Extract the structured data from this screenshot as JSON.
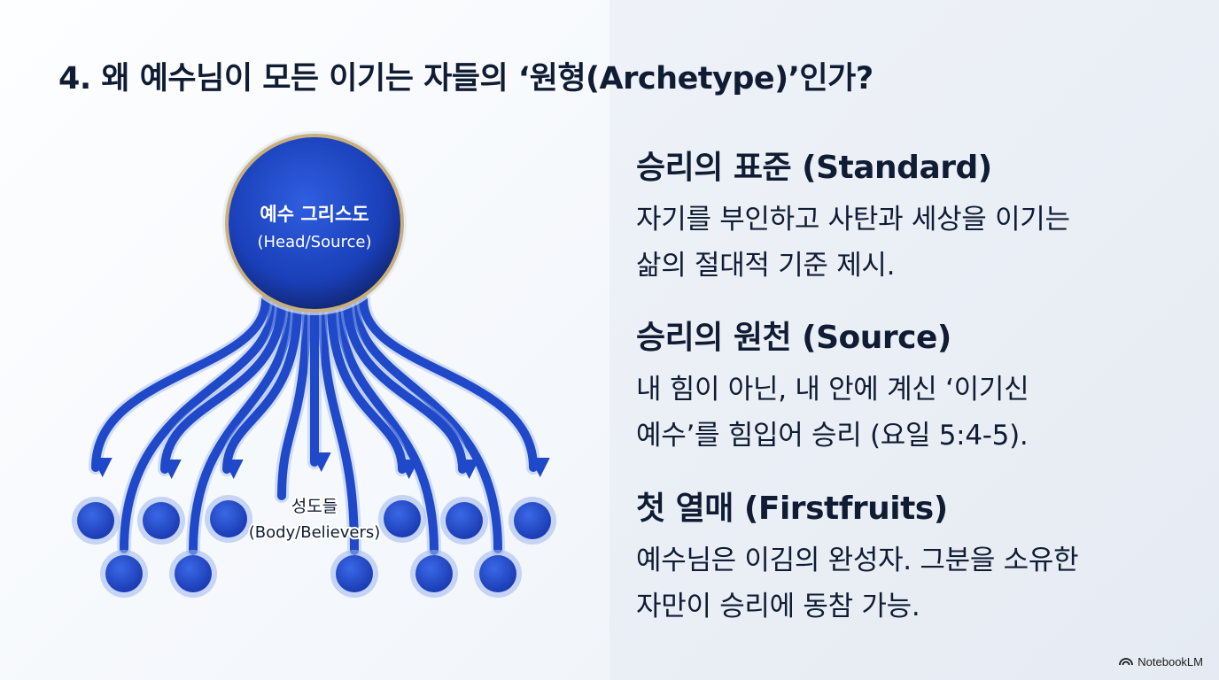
{
  "title": "4. 왜 예수님이 모든 이기는 자들의 ‘원형(Archetype)’인가?",
  "diagram": {
    "head": {
      "label": "예수 그리스도",
      "sublabel": "(Head/Source)"
    },
    "body": {
      "label": "성도들",
      "sublabel": "(Body/Believers)"
    },
    "colors": {
      "primary": "#1f49c8",
      "dark": "#10246e",
      "ring": "#c9b07a",
      "glow": "#9fb7ee"
    }
  },
  "points": [
    {
      "heading": "승리의 표준 (Standard)",
      "lines": [
        "자기를 부인하고 사탄과 세상을 이기는",
        "삶의 절대적 기준 제시."
      ]
    },
    {
      "heading": "승리의 원천 (Source)",
      "lines": [
        "내 힘이 아닌, 내 안에 계신 ‘이기신",
        "예수’를 힘입어 승리 (요일 5:4-5)."
      ]
    },
    {
      "heading": "첫 열매 (Firstfruits)",
      "lines": [
        "예수님은 이김의 완성자. 그분을 소유한",
        "자만이 승리에 동참 가능."
      ]
    }
  ],
  "brand": {
    "icon": "notebooklm-logo-icon",
    "label": "NotebookLM"
  }
}
